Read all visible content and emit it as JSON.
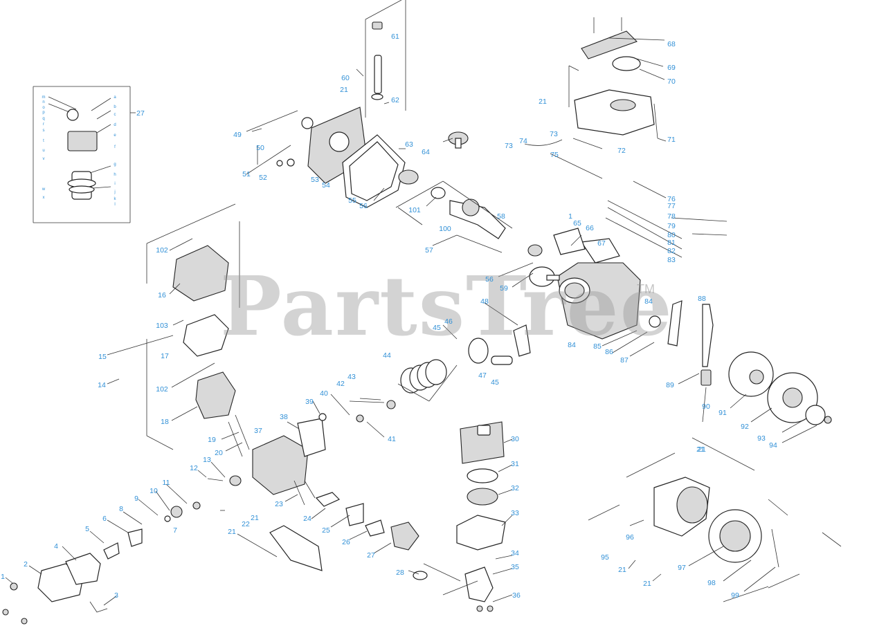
{
  "diagram": {
    "watermark": "PartsTree",
    "trademark": "TM",
    "label_color": "#2f8fd6",
    "labels": [
      "1",
      "1",
      "2",
      "3",
      "4",
      "5",
      "6",
      "7",
      "8",
      "9",
      "10",
      "11",
      "12",
      "13",
      "14",
      "15",
      "16",
      "17",
      "18",
      "19",
      "20",
      "21",
      "21",
      "21",
      "21",
      "21",
      "21",
      "21",
      "21",
      "22",
      "23",
      "24",
      "25",
      "26",
      "27",
      "27",
      "28",
      "30",
      "31",
      "32",
      "33",
      "34",
      "35",
      "36",
      "37",
      "38",
      "39",
      "40",
      "41",
      "42",
      "43",
      "44",
      "45",
      "45",
      "46",
      "47",
      "48",
      "49",
      "50",
      "51",
      "52",
      "53",
      "54",
      "55",
      "56",
      "56",
      "57",
      "58",
      "59",
      "60",
      "61",
      "62",
      "63",
      "64",
      "65",
      "66",
      "67",
      "68",
      "69",
      "70",
      "71",
      "72",
      "73",
      "73",
      "74",
      "75",
      "76",
      "77",
      "78",
      "79",
      "80",
      "81",
      "82",
      "83",
      "84",
      "84",
      "85",
      "86",
      "87",
      "88",
      "89",
      "90",
      "91",
      "92",
      "93",
      "94",
      "95",
      "96",
      "97",
      "98",
      "99",
      "100",
      "101",
      "102",
      "102",
      "103"
    ],
    "inset_labels": [
      "m",
      "n",
      "o",
      "p",
      "q",
      "r",
      "s",
      "t",
      "u",
      "v",
      "w",
      "x",
      "a",
      "b",
      "c",
      "d",
      "e",
      "f",
      "g",
      "h",
      "i",
      "j",
      "k",
      "l"
    ]
  }
}
